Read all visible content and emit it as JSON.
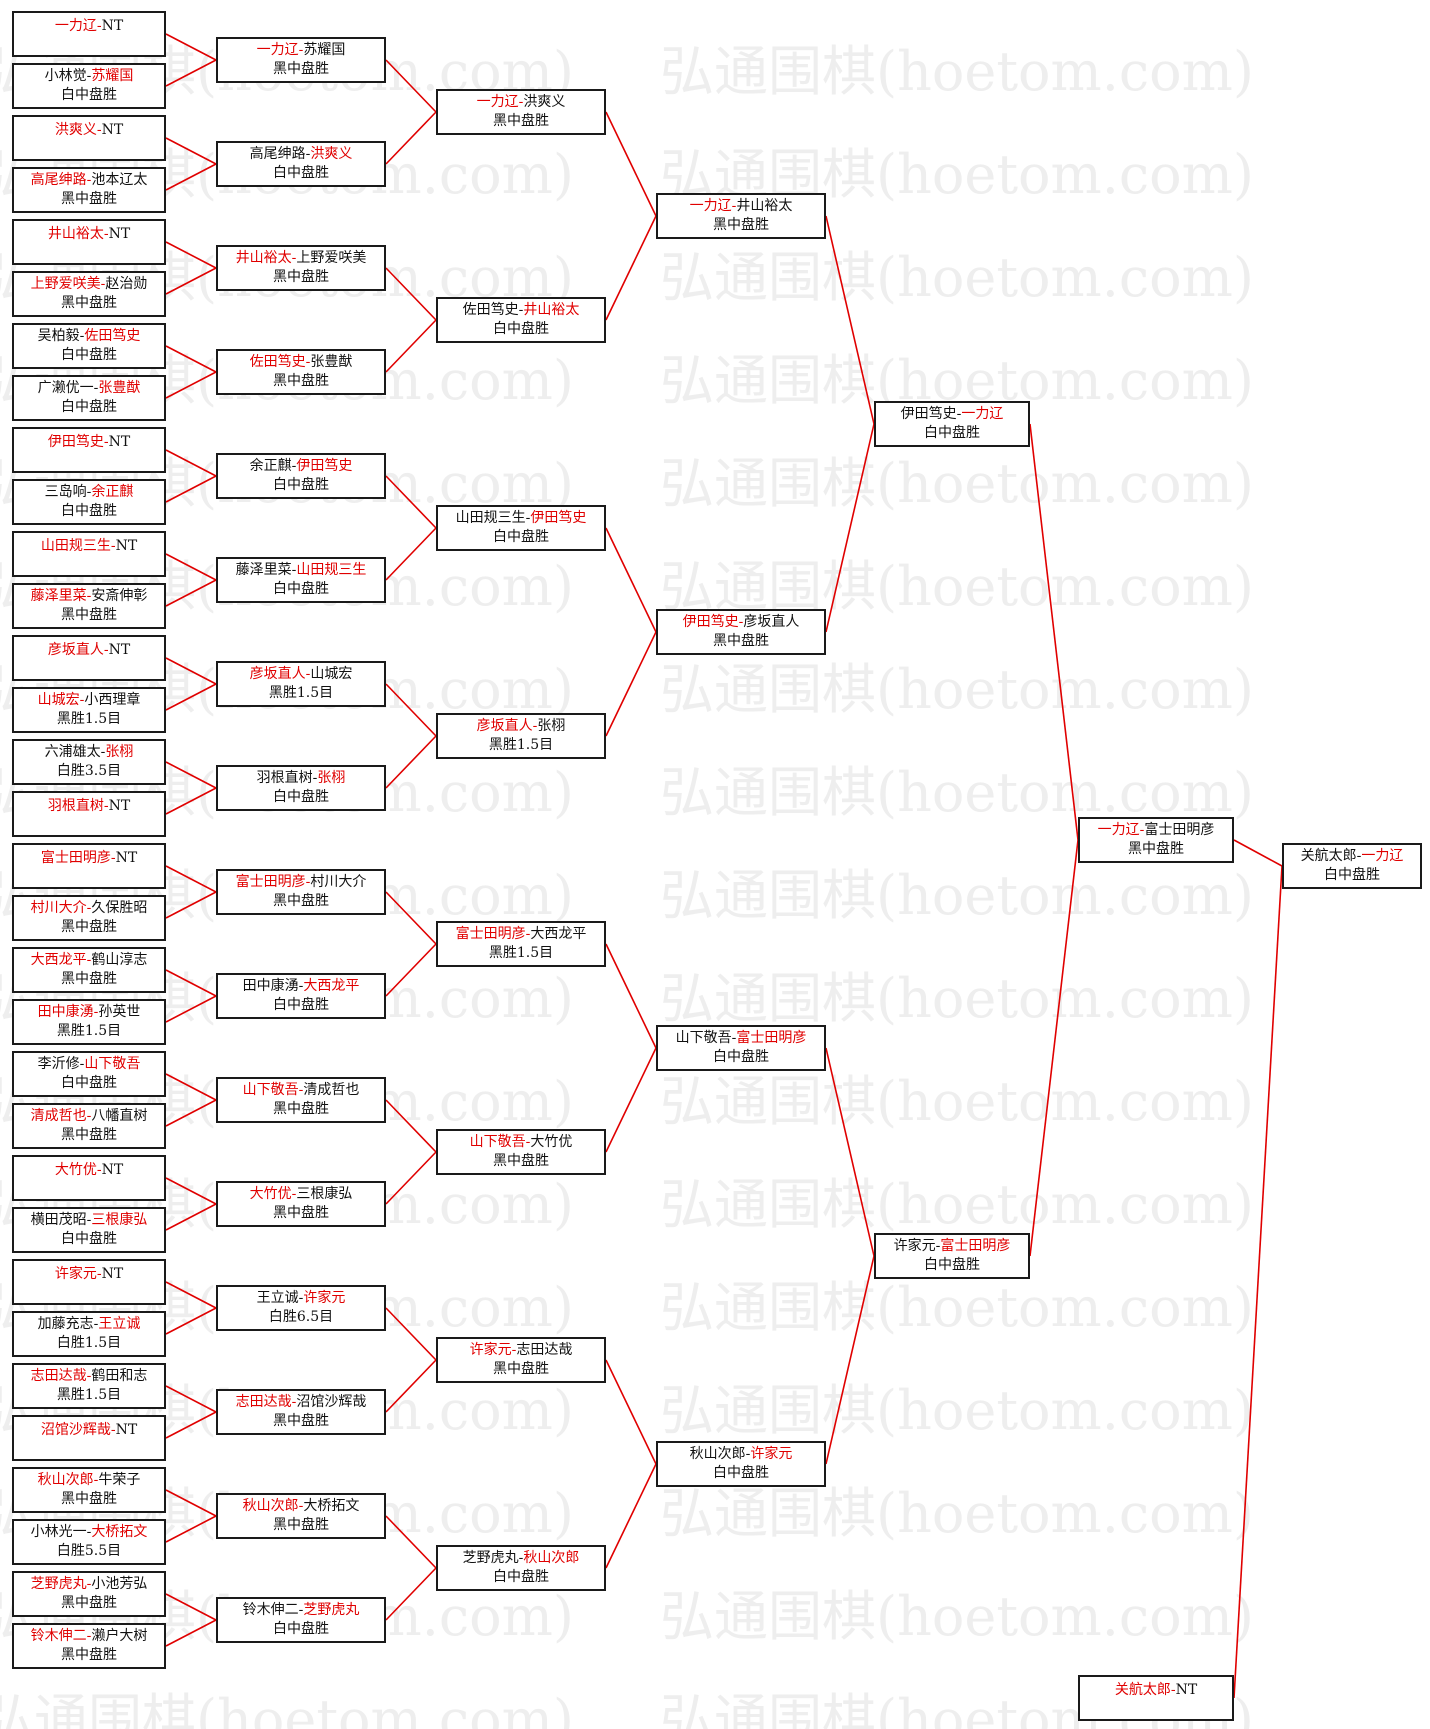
{
  "watermark": "弘通围棋(hoetom.com)",
  "colors": {
    "winner": "#e00000",
    "line": "#e00000",
    "border": "#1a1a1a"
  },
  "matches": [
    {
      "id": "r0-0",
      "p1": "一力辽",
      "p2": "NT",
      "winner": 1,
      "result": ""
    },
    {
      "id": "r0-1",
      "p1": "小林觉",
      "p2": "苏耀国",
      "winner": 2,
      "result": "白中盘胜"
    },
    {
      "id": "r0-2",
      "p1": "洪爽义",
      "p2": "NT",
      "winner": 1,
      "result": ""
    },
    {
      "id": "r0-3",
      "p1": "高尾绅路",
      "p2": "池本辽太",
      "winner": 1,
      "result": "黑中盘胜"
    },
    {
      "id": "r0-4",
      "p1": "井山裕太",
      "p2": "NT",
      "winner": 1,
      "result": ""
    },
    {
      "id": "r0-5",
      "p1": "上野爱咲美",
      "p2": "赵治勋",
      "winner": 1,
      "result": "黑中盘胜"
    },
    {
      "id": "r0-6",
      "p1": "吴柏毅",
      "p2": "佐田笃史",
      "winner": 2,
      "result": "白中盘胜"
    },
    {
      "id": "r0-7",
      "p1": "广濑优一",
      "p2": "张豊猷",
      "winner": 2,
      "result": "白中盘胜"
    },
    {
      "id": "r0-8",
      "p1": "伊田笃史",
      "p2": "NT",
      "winner": 1,
      "result": ""
    },
    {
      "id": "r0-9",
      "p1": "三岛响",
      "p2": "余正麒",
      "winner": 2,
      "result": "白中盘胜"
    },
    {
      "id": "r0-10",
      "p1": "山田规三生",
      "p2": "NT",
      "winner": 1,
      "result": ""
    },
    {
      "id": "r0-11",
      "p1": "藤泽里菜",
      "p2": "安斎伸彰",
      "winner": 1,
      "result": "黑中盘胜"
    },
    {
      "id": "r0-12",
      "p1": "彦坂直人",
      "p2": "NT",
      "winner": 1,
      "result": ""
    },
    {
      "id": "r0-13",
      "p1": "山城宏",
      "p2": "小西理章",
      "winner": 1,
      "result": "黑胜1.5目"
    },
    {
      "id": "r0-14",
      "p1": "六浦雄太",
      "p2": "张栩",
      "winner": 2,
      "result": "白胜3.5目"
    },
    {
      "id": "r0-15",
      "p1": "羽根直树",
      "p2": "NT",
      "winner": 1,
      "result": ""
    },
    {
      "id": "r0-16",
      "p1": "富士田明彦",
      "p2": "NT",
      "winner": 1,
      "result": ""
    },
    {
      "id": "r0-17",
      "p1": "村川大介",
      "p2": "久保胜昭",
      "winner": 1,
      "result": "黑中盘胜"
    },
    {
      "id": "r0-18",
      "p1": "大西龙平",
      "p2": "鹤山淳志",
      "winner": 1,
      "result": "黑中盘胜"
    },
    {
      "id": "r0-19",
      "p1": "田中康湧",
      "p2": "孙英世",
      "winner": 1,
      "result": "黑胜1.5目"
    },
    {
      "id": "r0-20",
      "p1": "李沂修",
      "p2": "山下敬吾",
      "winner": 2,
      "result": "白中盘胜"
    },
    {
      "id": "r0-21",
      "p1": "清成哲也",
      "p2": "八幡直树",
      "winner": 1,
      "result": "黑中盘胜"
    },
    {
      "id": "r0-22",
      "p1": "大竹优",
      "p2": "NT",
      "winner": 1,
      "result": ""
    },
    {
      "id": "r0-23",
      "p1": "横田茂昭",
      "p2": "三根康弘",
      "winner": 2,
      "result": "白中盘胜"
    },
    {
      "id": "r0-24",
      "p1": "许家元",
      "p2": "NT",
      "winner": 1,
      "result": ""
    },
    {
      "id": "r0-25",
      "p1": "加藤充志",
      "p2": "王立诚",
      "winner": 2,
      "result": "白胜1.5目"
    },
    {
      "id": "r0-26",
      "p1": "志田达哉",
      "p2": "鹤田和志",
      "winner": 1,
      "result": "黑胜1.5目"
    },
    {
      "id": "r0-27",
      "p1": "沼馆沙辉哉",
      "p2": "NT",
      "winner": 1,
      "result": ""
    },
    {
      "id": "r0-28",
      "p1": "秋山次郎",
      "p2": "牛荣子",
      "winner": 1,
      "result": "黑中盘胜"
    },
    {
      "id": "r0-29",
      "p1": "小林光一",
      "p2": "大桥拓文",
      "winner": 2,
      "result": "白胜5.5目"
    },
    {
      "id": "r0-30",
      "p1": "芝野虎丸",
      "p2": "小池芳弘",
      "winner": 1,
      "result": "黑中盘胜"
    },
    {
      "id": "r0-31",
      "p1": "铃木伸二",
      "p2": "濑户大树",
      "winner": 1,
      "result": "黑中盘胜"
    },
    {
      "id": "r1-0",
      "p1": "一力辽",
      "p2": "苏耀国",
      "winner": 1,
      "result": "黑中盘胜"
    },
    {
      "id": "r1-1",
      "p1": "高尾绅路",
      "p2": "洪爽义",
      "winner": 2,
      "result": "白中盘胜"
    },
    {
      "id": "r1-2",
      "p1": "井山裕太",
      "p2": "上野爱咲美",
      "winner": 1,
      "result": "黑中盘胜"
    },
    {
      "id": "r1-3",
      "p1": "佐田笃史",
      "p2": "张豊猷",
      "winner": 1,
      "result": "黑中盘胜"
    },
    {
      "id": "r1-4",
      "p1": "余正麒",
      "p2": "伊田笃史",
      "winner": 2,
      "result": "白中盘胜"
    },
    {
      "id": "r1-5",
      "p1": "藤泽里菜",
      "p2": "山田规三生",
      "winner": 2,
      "result": "白中盘胜"
    },
    {
      "id": "r1-6",
      "p1": "彦坂直人",
      "p2": "山城宏",
      "winner": 1,
      "result": "黑胜1.5目"
    },
    {
      "id": "r1-7",
      "p1": "羽根直树",
      "p2": "张栩",
      "winner": 2,
      "result": "白中盘胜"
    },
    {
      "id": "r1-8",
      "p1": "富士田明彦",
      "p2": "村川大介",
      "winner": 1,
      "result": "黑中盘胜"
    },
    {
      "id": "r1-9",
      "p1": "田中康湧",
      "p2": "大西龙平",
      "winner": 2,
      "result": "白中盘胜"
    },
    {
      "id": "r1-10",
      "p1": "山下敬吾",
      "p2": "清成哲也",
      "winner": 1,
      "result": "黑中盘胜"
    },
    {
      "id": "r1-11",
      "p1": "大竹优",
      "p2": "三根康弘",
      "winner": 1,
      "result": "黑中盘胜"
    },
    {
      "id": "r1-12",
      "p1": "王立诚",
      "p2": "许家元",
      "winner": 2,
      "result": "白胜6.5目"
    },
    {
      "id": "r1-13",
      "p1": "志田达哉",
      "p2": "沼馆沙辉哉",
      "winner": 1,
      "result": "黑中盘胜"
    },
    {
      "id": "r1-14",
      "p1": "秋山次郎",
      "p2": "大桥拓文",
      "winner": 1,
      "result": "黑中盘胜"
    },
    {
      "id": "r1-15",
      "p1": "铃木伸二",
      "p2": "芝野虎丸",
      "winner": 2,
      "result": "白中盘胜"
    },
    {
      "id": "r2-0",
      "p1": "一力辽",
      "p2": "洪爽义",
      "winner": 1,
      "result": "黑中盘胜"
    },
    {
      "id": "r2-1",
      "p1": "佐田笃史",
      "p2": "井山裕太",
      "winner": 2,
      "result": "白中盘胜"
    },
    {
      "id": "r2-2",
      "p1": "山田规三生",
      "p2": "伊田笃史",
      "winner": 2,
      "result": "白中盘胜"
    },
    {
      "id": "r2-3",
      "p1": "彦坂直人",
      "p2": "张栩",
      "winner": 1,
      "result": "黑胜1.5目"
    },
    {
      "id": "r2-4",
      "p1": "富士田明彦",
      "p2": "大西龙平",
      "winner": 1,
      "result": "黑胜1.5目"
    },
    {
      "id": "r2-5",
      "p1": "山下敬吾",
      "p2": "大竹优",
      "winner": 1,
      "result": "黑中盘胜"
    },
    {
      "id": "r2-6",
      "p1": "许家元",
      "p2": "志田达哉",
      "winner": 1,
      "result": "黑中盘胜"
    },
    {
      "id": "r2-7",
      "p1": "芝野虎丸",
      "p2": "秋山次郎",
      "winner": 2,
      "result": "白中盘胜"
    },
    {
      "id": "r3-0",
      "p1": "一力辽",
      "p2": "井山裕太",
      "winner": 1,
      "result": "黑中盘胜"
    },
    {
      "id": "r3-1",
      "p1": "伊田笃史",
      "p2": "彦坂直人",
      "winner": 1,
      "result": "黑中盘胜"
    },
    {
      "id": "r3-2",
      "p1": "山下敬吾",
      "p2": "富士田明彦",
      "winner": 2,
      "result": "白中盘胜"
    },
    {
      "id": "r3-3",
      "p1": "秋山次郎",
      "p2": "许家元",
      "winner": 2,
      "result": "白中盘胜"
    },
    {
      "id": "r4-0",
      "p1": "伊田笃史",
      "p2": "一力辽",
      "winner": 2,
      "result": "白中盘胜"
    },
    {
      "id": "r4-1",
      "p1": "许家元",
      "p2": "富士田明彦",
      "winner": 2,
      "result": "白中盘胜"
    },
    {
      "id": "r5-0",
      "p1": "一力辽",
      "p2": "富士田明彦",
      "winner": 1,
      "result": "黑中盘胜"
    },
    {
      "id": "r5-1",
      "p1": "关航太郎",
      "p2": "NT",
      "winner": 1,
      "result": ""
    },
    {
      "id": "r6-0",
      "p1": "关航太郎",
      "p2": "一力辽",
      "winner": 2,
      "result": "白中盘胜"
    }
  ]
}
